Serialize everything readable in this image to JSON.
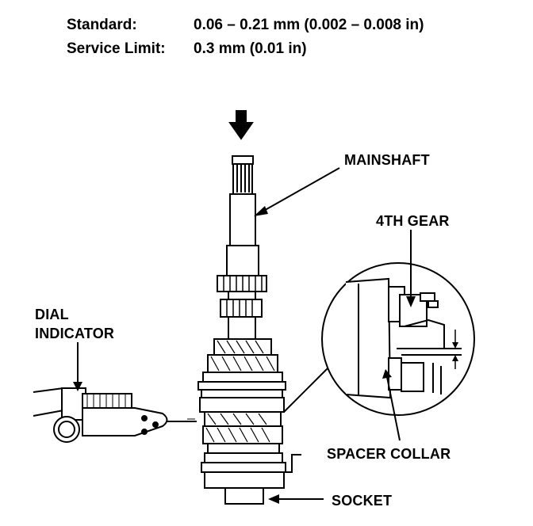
{
  "specs": {
    "standard_label": "Standard:",
    "standard_value": "0.06 – 0.21 mm (0.002 – 0.008 in)",
    "limit_label": "Service Limit:",
    "limit_value": "0.3 mm (0.01 in)"
  },
  "callouts": {
    "mainshaft": "MAINSHAFT",
    "fourth_gear": "4TH GEAR",
    "dial_indicator_line1": "DIAL",
    "dial_indicator_line2": "INDICATOR",
    "spacer_collar": "SPACER COLLAR",
    "socket": "SOCKET"
  },
  "colors": {
    "ink": "#000000",
    "paper": "#ffffff"
  }
}
